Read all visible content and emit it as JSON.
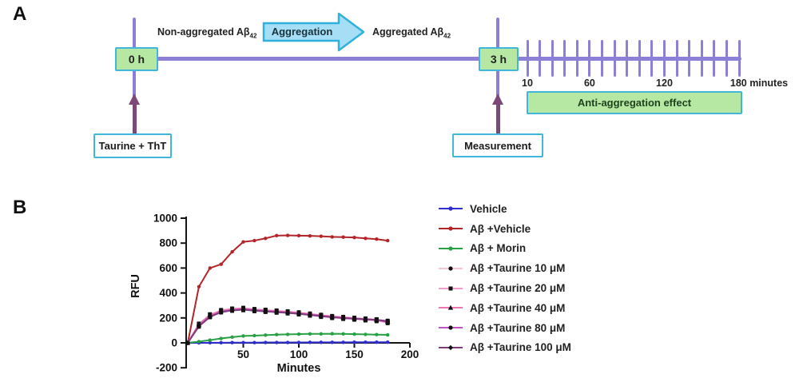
{
  "panel_a": {
    "label": "A",
    "box_0h": "0 h",
    "box_3h": "3 h",
    "non_aggregated_text": "Non-aggregated Aβ",
    "aggregated_text": "Aggregated Aβ",
    "abeta_subscript": "42",
    "aggregation_arrow_label": "Aggregation",
    "taurine_box": "Taurine + ThT",
    "measurement_box": "Measurement",
    "anti_aggregation_box": "Anti-aggregation effect",
    "timeline": {
      "tick_start_minute": 10,
      "tick_end_minute": 180,
      "tick_interval_minutes": 10,
      "tick_labels": [
        {
          "text": "10",
          "minute": 10
        },
        {
          "text": "60",
          "minute": 60
        },
        {
          "text": "120",
          "minute": 120
        },
        {
          "text": "180 minutes",
          "minute": 180
        }
      ]
    },
    "colors": {
      "timeline_purple": "#8b7fd6",
      "green_box_fill": "#b7e8a3",
      "cyan_border": "#3fb6da",
      "aggregation_arrow_fill": "#a6def5",
      "aggregation_arrow_border": "#2fb0dd",
      "dark_arrow": "#7b4878"
    }
  },
  "panel_b": {
    "label": "B"
  },
  "chart_data": {
    "type": "line",
    "title": "",
    "xlabel": "Minutes",
    "ylabel": "RFU",
    "xlim": [
      0,
      200
    ],
    "ylim": [
      -200,
      1000
    ],
    "xticks": [
      50,
      100,
      150,
      200
    ],
    "yticks": [
      1000,
      800,
      600,
      400,
      200,
      0,
      -200
    ],
    "x_minutes": [
      0,
      10,
      20,
      30,
      40,
      50,
      60,
      70,
      80,
      90,
      100,
      110,
      120,
      130,
      140,
      150,
      160,
      170,
      180
    ],
    "legend_position": "right",
    "series": [
      {
        "name": "Vehicle",
        "color": "#2d2dd0",
        "marker": "circle",
        "marker_color": "#2d2dd0",
        "err": 0,
        "values": [
          0,
          0,
          1,
          1,
          2,
          2,
          2,
          3,
          3,
          3,
          3,
          4,
          4,
          4,
          4,
          5,
          5,
          5,
          5
        ]
      },
      {
        "name": "Aβ +Vehicle",
        "color": "#b22428",
        "marker": "circle",
        "marker_color": "#b22428",
        "err": 0,
        "values": [
          0,
          450,
          600,
          630,
          730,
          810,
          820,
          838,
          860,
          862,
          860,
          858,
          855,
          850,
          848,
          845,
          838,
          832,
          820
        ]
      },
      {
        "name": "Aβ + Morin",
        "color": "#28a044",
        "marker": "circle",
        "marker_color": "#28a044",
        "err": 0,
        "values": [
          0,
          10,
          22,
          35,
          46,
          55,
          58,
          62,
          66,
          68,
          70,
          72,
          72,
          73,
          72,
          70,
          68,
          66,
          64
        ]
      },
      {
        "name": "Aβ +Taurine 10 μM",
        "color": "#f8c2dc",
        "marker": "circle",
        "marker_color": "#111111",
        "err": 16,
        "values": [
          0,
          140,
          215,
          252,
          262,
          266,
          258,
          252,
          246,
          240,
          232,
          222,
          212,
          203,
          196,
          190,
          184,
          178,
          162
        ]
      },
      {
        "name": "Aβ +Taurine 20 μM",
        "color": "#f49bca",
        "marker": "square",
        "marker_color": "#111111",
        "err": 16,
        "values": [
          0,
          150,
          225,
          258,
          270,
          274,
          266,
          260,
          254,
          247,
          238,
          228,
          218,
          209,
          202,
          196,
          190,
          184,
          168
        ]
      },
      {
        "name": "Aβ +Taurine 40 μM",
        "color": "#ee74ae",
        "marker": "triangle",
        "marker_color": "#111111",
        "err": 15,
        "values": [
          0,
          148,
          222,
          260,
          272,
          278,
          268,
          262,
          256,
          250,
          242,
          232,
          222,
          212,
          205,
          198,
          192,
          186,
          172
        ]
      },
      {
        "name": "Aβ +Taurine 80 μM",
        "color": "#c44fc0",
        "marker": "circle",
        "marker_color": "#111111",
        "err": 15,
        "values": [
          0,
          138,
          212,
          250,
          264,
          270,
          262,
          256,
          250,
          243,
          235,
          226,
          216,
          207,
          200,
          194,
          188,
          183,
          166
        ]
      },
      {
        "name": "Aβ +Taurine 100 μM",
        "color": "#7d3c7d",
        "marker": "diamond",
        "marker_color": "#111111",
        "err": 14,
        "values": [
          0,
          132,
          208,
          246,
          260,
          266,
          258,
          252,
          246,
          240,
          233,
          224,
          214,
          206,
          199,
          194,
          189,
          184,
          175
        ]
      }
    ]
  }
}
